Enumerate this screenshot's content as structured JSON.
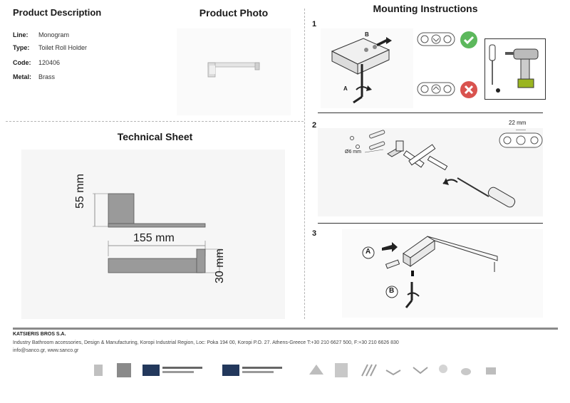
{
  "headings": {
    "product_description": "Product Description",
    "product_photo": "Product Photo",
    "mounting_instructions": "Mounting Instructions",
    "technical_sheet": "Technical Sheet"
  },
  "specs": [
    {
      "key": "Line:",
      "value": "Monogram"
    },
    {
      "key": "Type:",
      "value": "Toilet Roll Holder"
    },
    {
      "key": "Code:",
      "value": "120406"
    },
    {
      "key": "Metal:",
      "value": "Brass"
    }
  ],
  "technical": {
    "height": "55 mm",
    "width": "155 mm",
    "depth": "30 mm"
  },
  "steps": {
    "step1": "1",
    "step2": "2",
    "step3": "3",
    "label_a": "A",
    "label_b": "B",
    "anchor_size": "Ø6 mm",
    "spacing": "22 mm"
  },
  "footer": {
    "company": "KATSIERIS BROS S.A.",
    "address": "Industry Bathroom accessories, Design & Manufacturing, Koropi Industrial Region, Loc: Poka 194 00, Koropi P.O. 27. Athens-Greece   T:+30 210 6627 500, F:+30 210 6626 830",
    "web": "info@sanco.gr, www.sanco.gr"
  },
  "colors": {
    "check": "#5cb85c",
    "cross": "#d9534f",
    "metal": "#8c8c8c"
  }
}
